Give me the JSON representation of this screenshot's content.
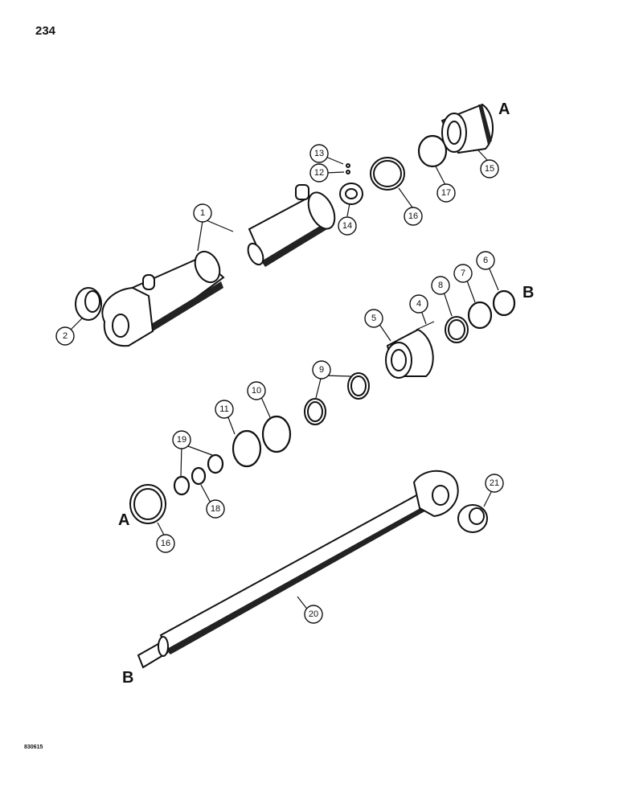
{
  "page": {
    "number": "234",
    "drawing_code": "830615"
  },
  "callouts": {
    "c1": "1",
    "c2": "2",
    "c4": "4",
    "c5": "5",
    "c6": "6",
    "c7": "7",
    "c8": "8",
    "c9": "9",
    "c10": "10",
    "c11": "11",
    "c12": "12",
    "c13": "13",
    "c14": "14",
    "c15": "15",
    "c16a": "16",
    "c16b": "16",
    "c17": "17",
    "c18": "18",
    "c19": "19",
    "c20": "20",
    "c21": "21"
  },
  "reference_letters": {
    "a_top": "A",
    "a_bottom": "A",
    "b_right": "B",
    "b_bottom": "B"
  }
}
